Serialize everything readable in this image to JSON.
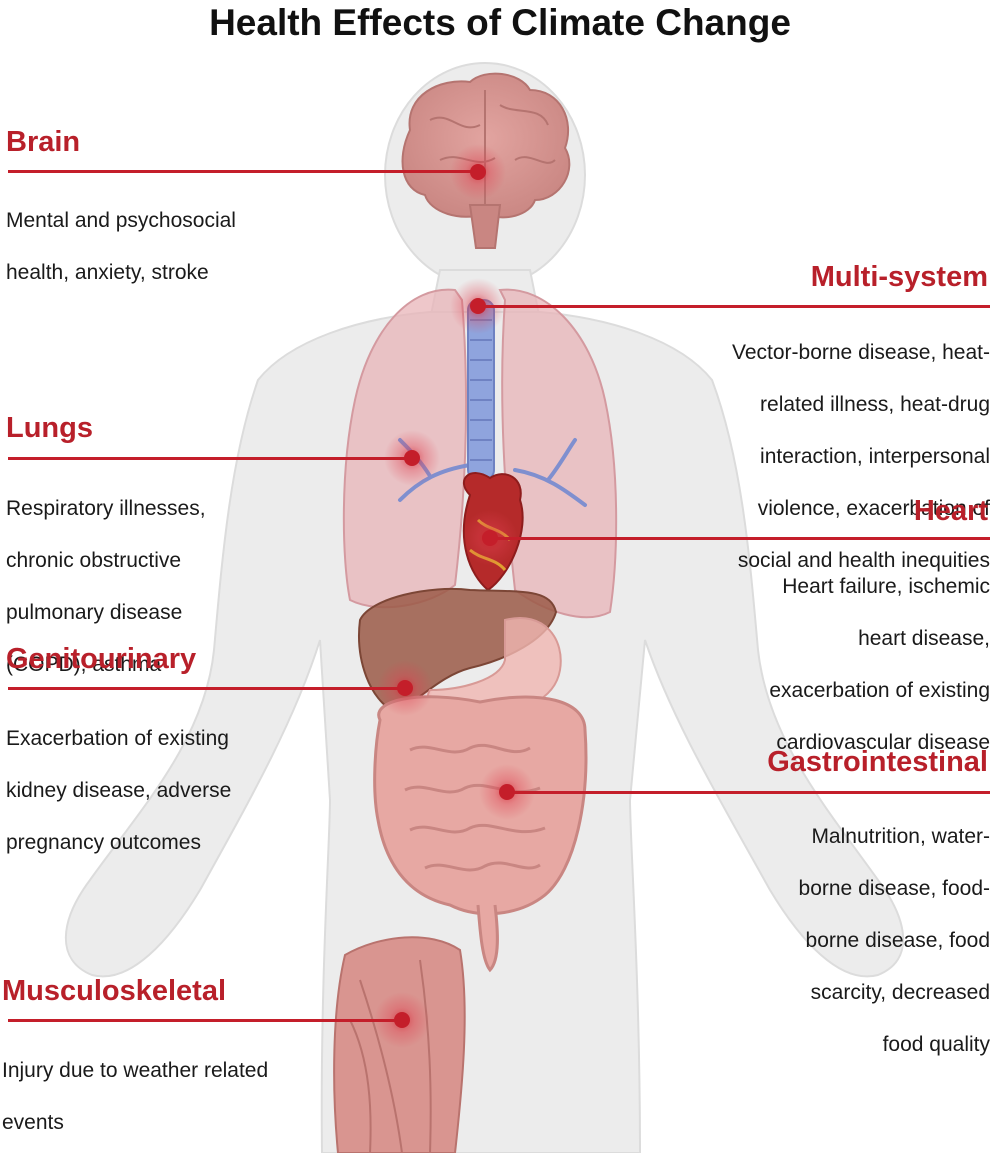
{
  "title": "Health Effects of Climate Change",
  "colors": {
    "accent": "#c41e2a",
    "heading": "#b8202a",
    "body_silhouette": "#ebebeb"
  },
  "regions": [
    {
      "id": "brain",
      "heading": "Brain",
      "lines": [
        "Mental and psychosocial",
        "health, anxiety, stroke"
      ]
    },
    {
      "id": "multi-system",
      "heading": "Multi-system",
      "lines": [
        "Vector-borne disease, heat-",
        "related illness, heat-drug",
        "interaction, interpersonal",
        "violence, exacerbation of",
        "social and health inequities"
      ]
    },
    {
      "id": "lungs",
      "heading": "Lungs",
      "lines": [
        "Respiratory illnesses,",
        "chronic obstructive",
        "pulmonary disease",
        "(COPD), asthma"
      ]
    },
    {
      "id": "heart",
      "heading": "Heart",
      "lines": [
        "Heart failure, ischemic",
        "heart disease,",
        "exacerbation of existing",
        "cardiovascular disease"
      ]
    },
    {
      "id": "genitourinary",
      "heading": "Genitourinary",
      "lines": [
        "Exacerbation of existing",
        "kidney disease, adverse",
        "pregnancy outcomes"
      ]
    },
    {
      "id": "gastrointestinal",
      "heading": "Gastrointestinal",
      "lines": [
        "Malnutrition, water-",
        "borne disease, food-",
        "borne disease, food",
        "scarcity, decreased",
        "food quality"
      ]
    },
    {
      "id": "musculoskeletal",
      "heading": "Musculoskeletal",
      "lines": [
        "Injury due to weather related",
        "events"
      ]
    }
  ]
}
